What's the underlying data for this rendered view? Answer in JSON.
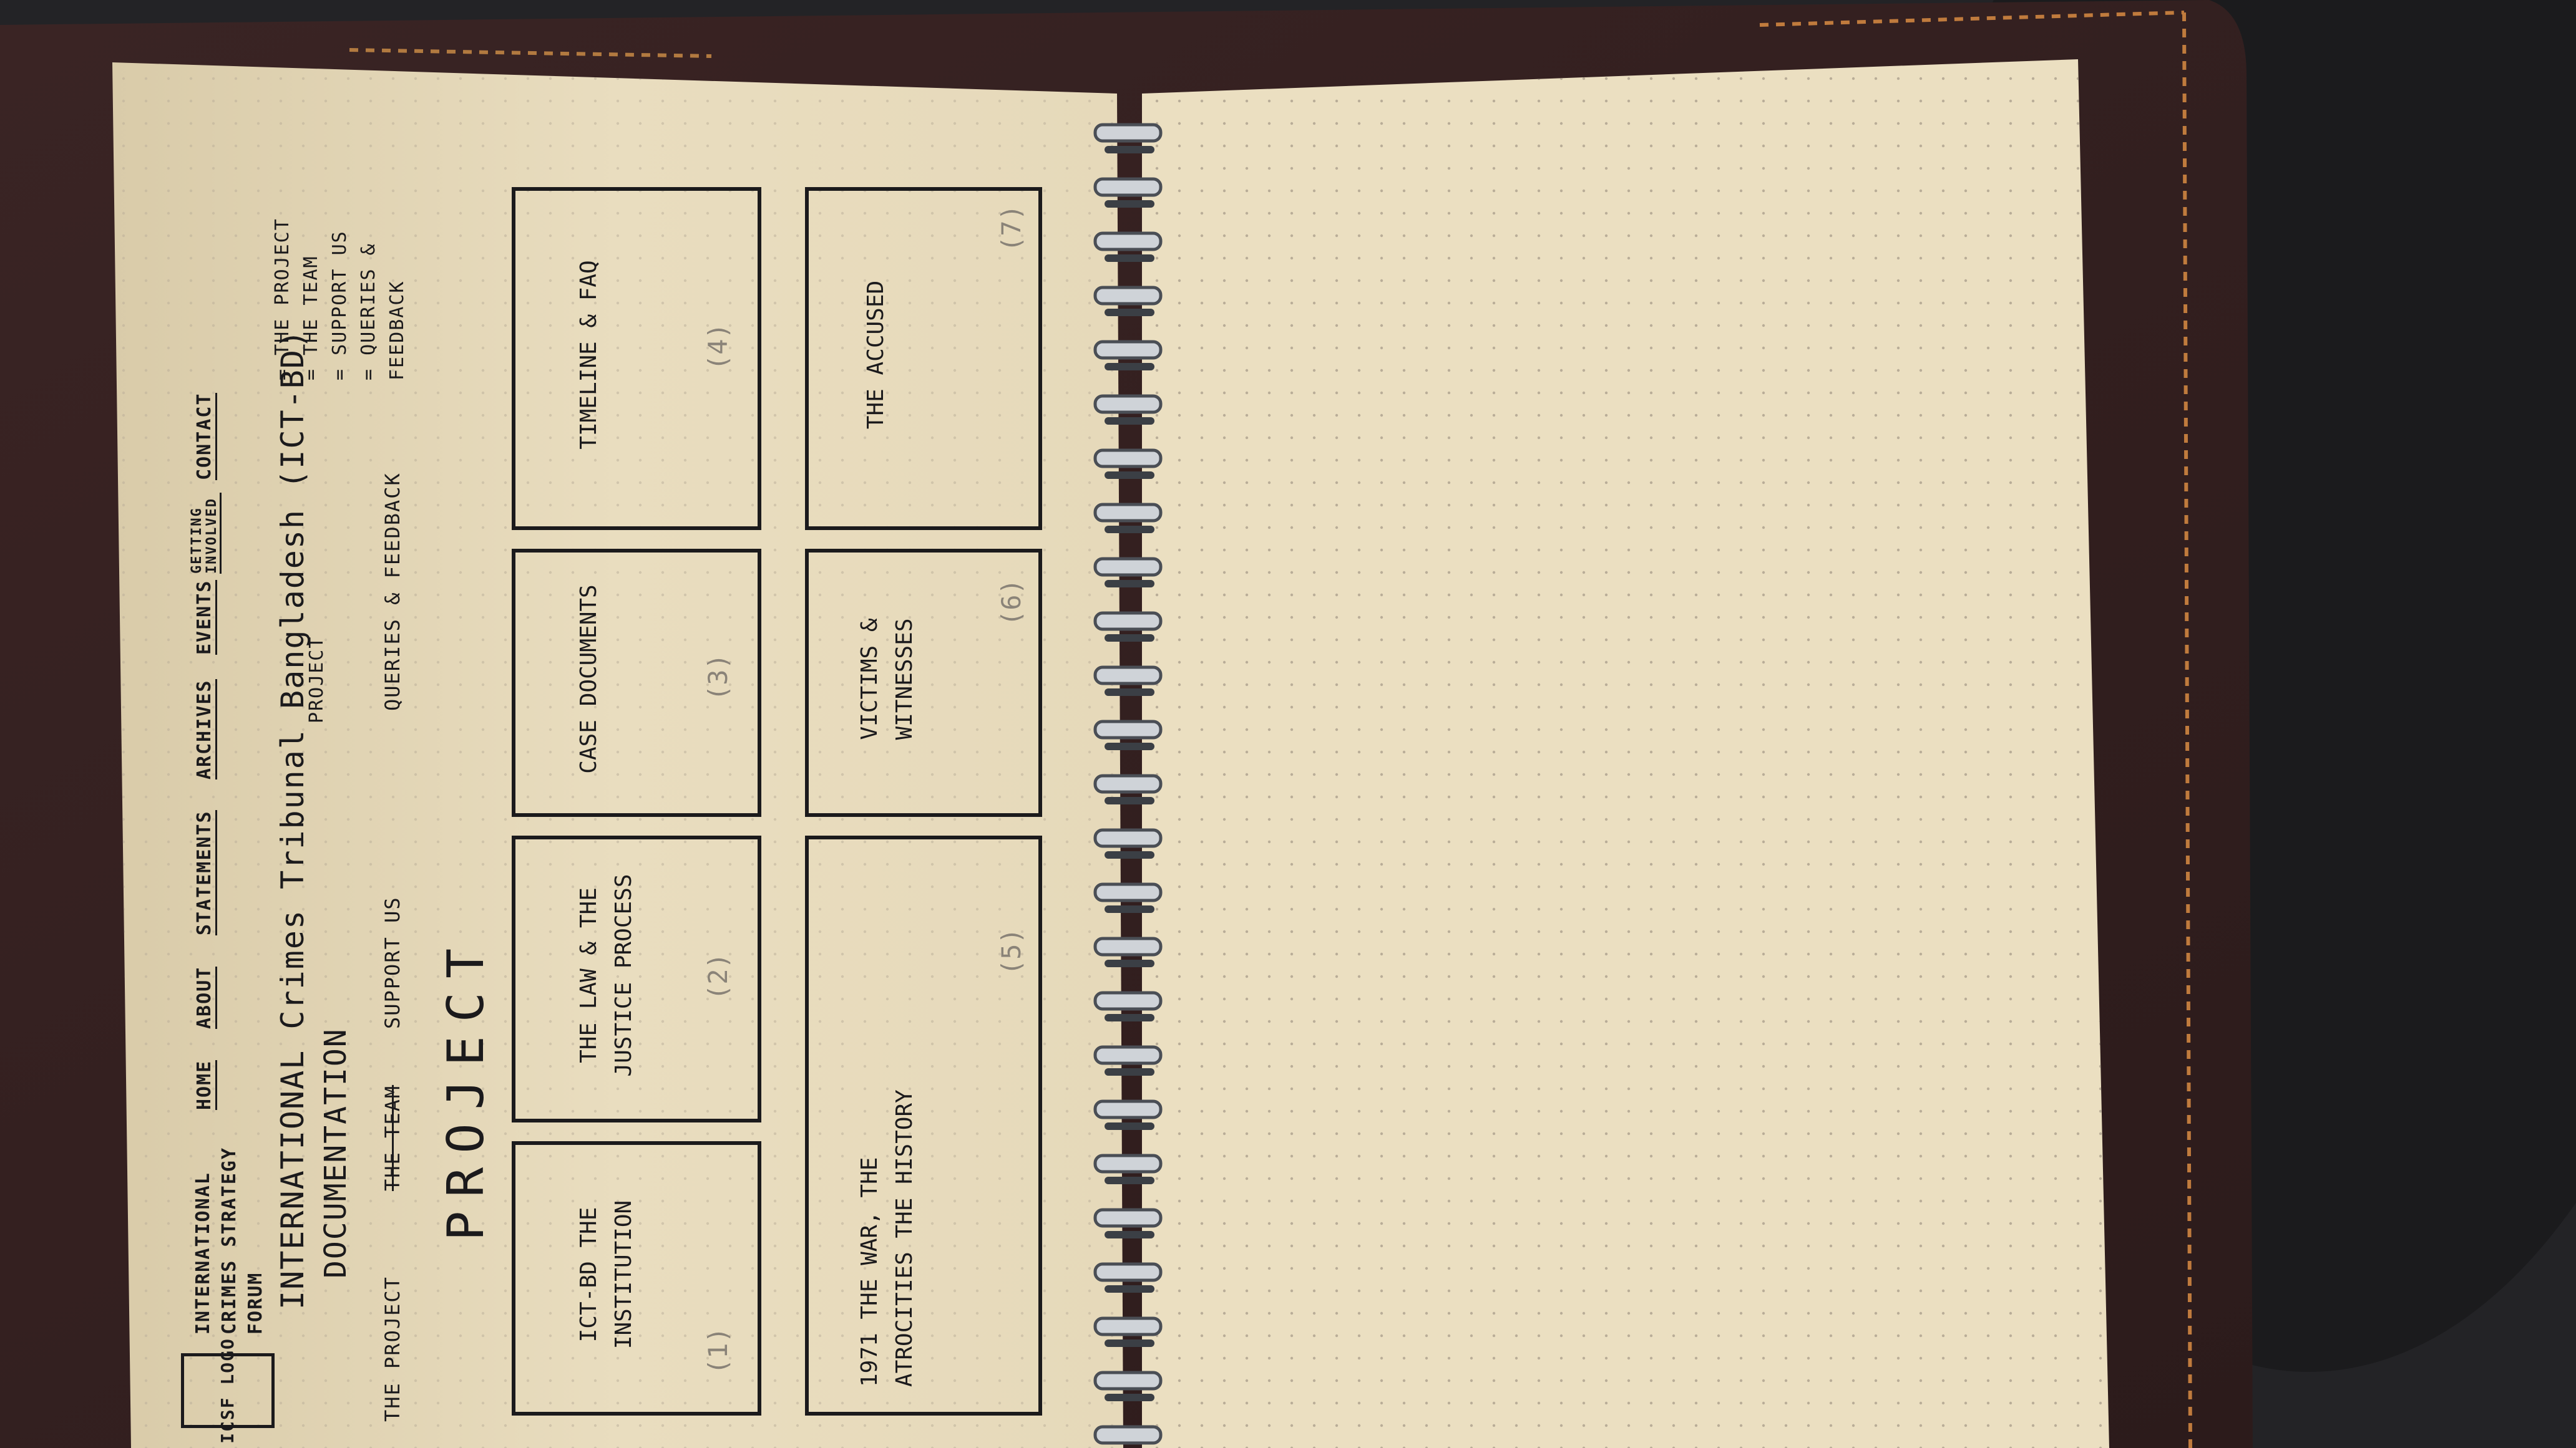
{
  "nav": {
    "logo": "ICSF LOGO",
    "org": "INTERNATIONAL CRIMES STRATEGY FORUM",
    "items": [
      "HOME",
      "ABOUT",
      "STATEMENTS",
      "ARCHIVES",
      "EVENTS",
      "GETTING INVOLVED",
      "CONTACT"
    ]
  },
  "heading": {
    "line1": "INTERNATIONAL Crimes Tribunal Bangladesh (ICT-BD)",
    "line2": "DOCUMENTATION",
    "tag": "PROJECT"
  },
  "subnav": [
    "THE PROJECT",
    "THE TEAM",
    "SUPPORT US",
    "QUERIES & FEEDBACK"
  ],
  "project_word": "PROJECT",
  "side_list": [
    "= THE PROJECT",
    "= THE TEAM",
    "= SUPPORT US",
    "= QUERIES & FEEDBACK"
  ],
  "boxes": [
    {
      "label": "ICT-BD THE INSTITUTION",
      "num": "(1)"
    },
    {
      "label": "THE LAW & THE JUSTICE PROCESS",
      "num": "(2)"
    },
    {
      "label": "CASE DOCUMENTS",
      "num": "(3)"
    },
    {
      "label": "TIMELINE & FAQ",
      "num": "(4)"
    },
    {
      "label": "1971 THE WAR, THE ATROCITIES THE HISTORY",
      "num": "(5)"
    },
    {
      "label": "VICTIMS & WITNESSES",
      "num": "(6)"
    },
    {
      "label": "THE ACCUSED",
      "num": "(7)"
    }
  ]
}
